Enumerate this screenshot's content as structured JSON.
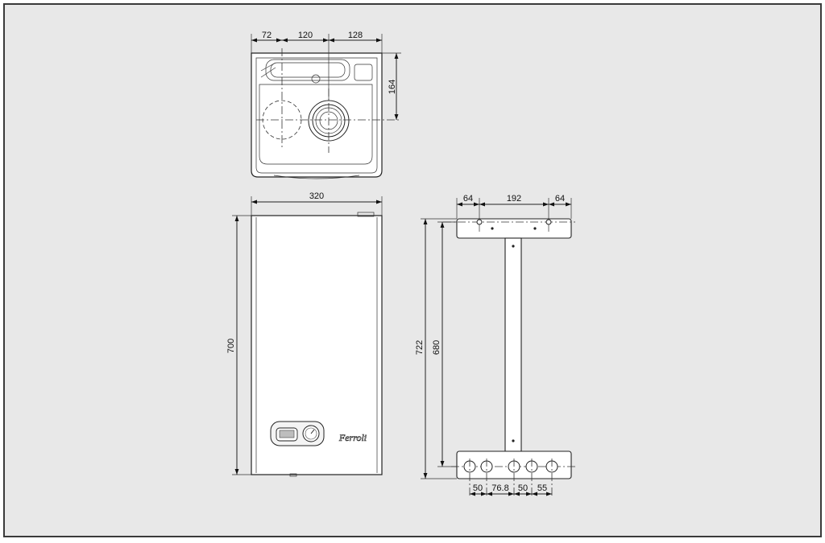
{
  "drawing": {
    "top_view": {
      "dims": {
        "left_offset": "72",
        "middle_spacing": "120",
        "right_offset": "128",
        "depth_to_flue": "164"
      }
    },
    "front_view": {
      "dims": {
        "width": "320",
        "height": "700"
      },
      "brand": "Ferroli"
    },
    "bracket_view": {
      "dims": {
        "hole_left": "64",
        "hole_spacing": "192",
        "hole_right": "64",
        "total_height": "722",
        "hole_to_fittings": "680",
        "fitting_1": "50",
        "fitting_2": "76.8",
        "fitting_3": "50",
        "fitting_4": "55"
      }
    }
  }
}
